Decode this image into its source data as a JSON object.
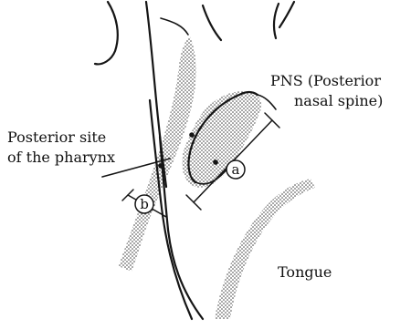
{
  "labels": {
    "pns_line1": "PNS (Posterior",
    "pns_line2": "nasal spine)",
    "pharynx_line1": "Posterior site",
    "pharynx_line2": "of the pharynx",
    "tongue": "Tongue",
    "measure_a": "a",
    "measure_b": "b"
  }
}
